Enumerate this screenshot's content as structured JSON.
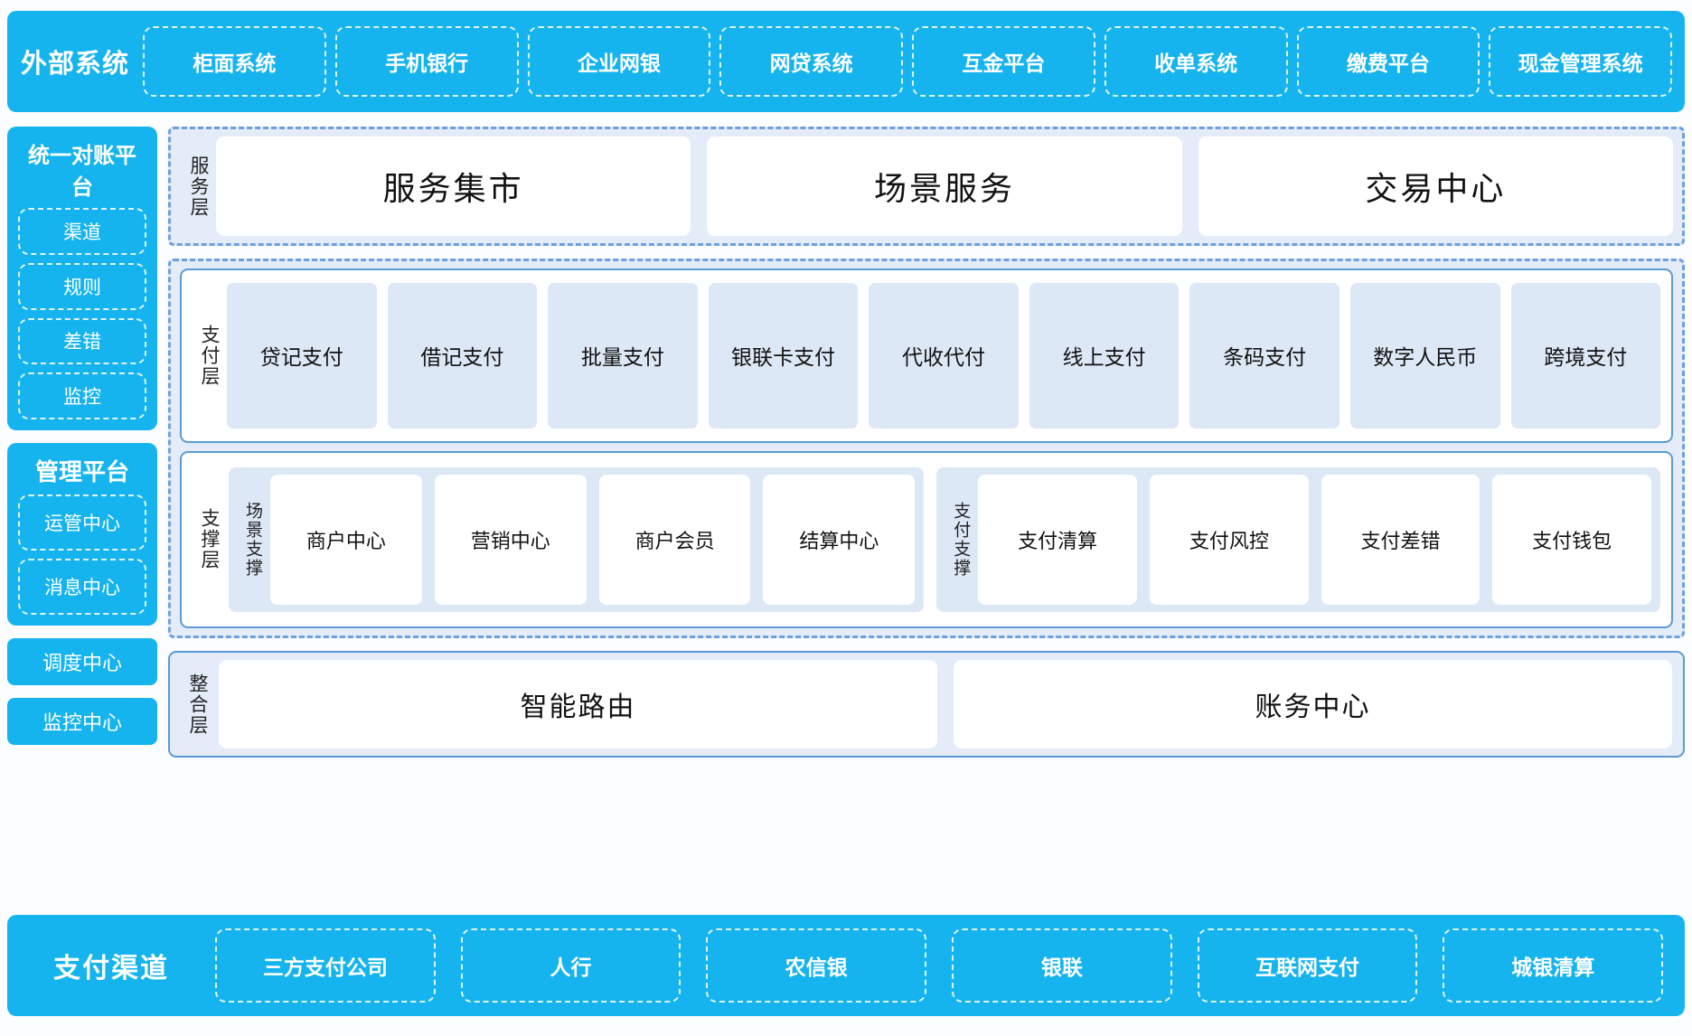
{
  "external_systems": {
    "title": "外部系统",
    "items": [
      "柜面系统",
      "手机银行",
      "企业网银",
      "网贷系统",
      "互金平台",
      "收单系统",
      "缴费平台",
      "现金管理系统"
    ]
  },
  "left_column": {
    "reconcile_platform": {
      "title": "统一对账平台",
      "items": [
        "渠道",
        "规则",
        "差错",
        "监控"
      ]
    },
    "management_platform": {
      "title": "管理平台",
      "items": [
        "运管中心",
        "消息中心"
      ]
    },
    "standalone": [
      "调度中心",
      "监控中心"
    ]
  },
  "service_layer": {
    "label": "服务层",
    "items": [
      "服务集市",
      "场景服务",
      "交易中心"
    ]
  },
  "payment_layer": {
    "label": "支付层",
    "items": [
      "贷记支付",
      "借记支付",
      "批量支付",
      "银联卡支付",
      "代收代付",
      "线上支付",
      "条码支付",
      "数字人民币",
      "跨境支付"
    ]
  },
  "support_layer": {
    "label": "支撑层",
    "groups": [
      {
        "label": "场景支撑",
        "items": [
          "商户中心",
          "营销中心",
          "商户会员",
          "结算中心"
        ]
      },
      {
        "label": "支付支撑",
        "items": [
          "支付清算",
          "支付风控",
          "支付差错",
          "支付钱包"
        ]
      }
    ]
  },
  "integration_layer": {
    "label": "整合层",
    "items": [
      "智能路由",
      "账务中心"
    ]
  },
  "payment_channels": {
    "title": "支付渠道",
    "items": [
      "三方支付公司",
      "人行",
      "农信银",
      "银联",
      "互联网支付",
      "城银清算"
    ]
  },
  "colors": {
    "brand_cyan": "#16b4ef",
    "group_fill": "#e3ecf8",
    "group_border": "#6d9fe0",
    "card_blue": "#dde8f6",
    "solid_border": "#5b9bd5"
  }
}
